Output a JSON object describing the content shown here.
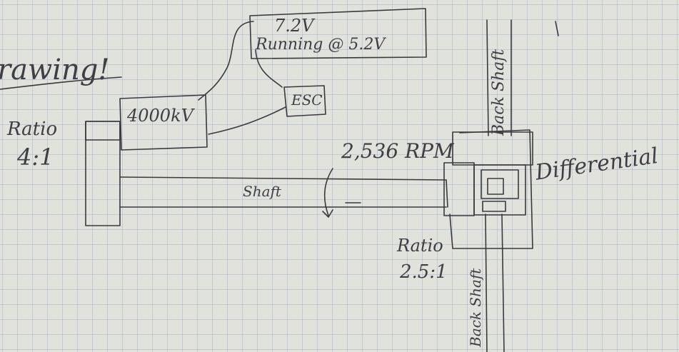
{
  "title_fragment": "rawing!",
  "battery_voltage": "7.2V",
  "battery_running": "Running @ 5.2V",
  "motor_rating": "4000kV",
  "esc_label": "ESC",
  "gear_ratio_label": "Ratio",
  "gear_ratio_value": "4:1",
  "shaft_label": "Shaft",
  "rpm_label": "2,536 RPM",
  "differential_label": "Differential",
  "diff_ratio_label": "Ratio",
  "diff_ratio_value": "2.5:1",
  "back_shaft_top": "Back Shaft",
  "back_shaft_bottom": "Back Shaft",
  "ink_color": "#3a3a3e",
  "paper_color": "#e1e2dc",
  "grid_color": "#96afc8"
}
